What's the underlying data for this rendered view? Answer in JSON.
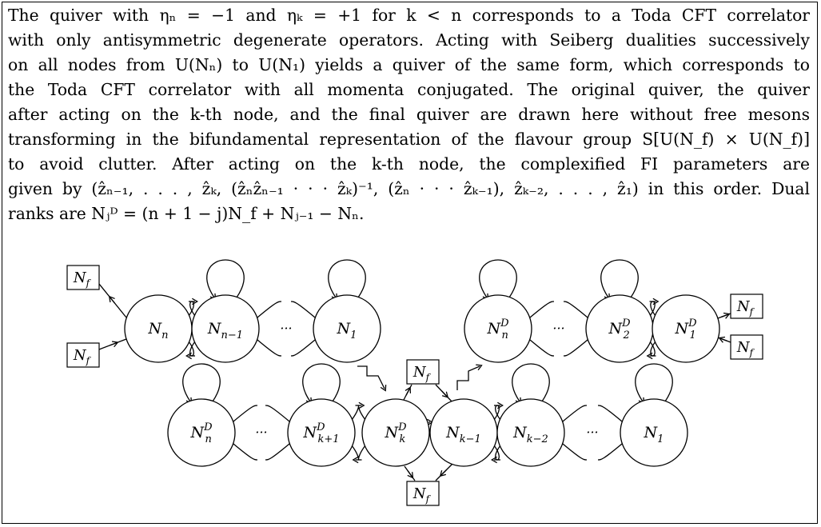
{
  "caption": {
    "lines": [
      "The quiver with ηₙ = −1 and ηₖ = +1 for k < n corresponds to a Toda CFT correlator",
      "with only antisymmetric degenerate operators. Acting with Seiberg dualities successively",
      "on all nodes from U(Nₙ) to U(N₁) yields a quiver of the same form, which corresponds to",
      "the Toda CFT correlator with all momenta conjugated. The original quiver, the quiver",
      "after acting on the k-th node, and the final quiver are drawn here without free mesons",
      "transforming in the bifundamental representation of the flavour group S[U(N_f) × U(N_f)]",
      "to avoid clutter. After acting on the k-th node, the complexified FI parameters are",
      "given by (ẑₙ₋₁, . . . , ẑₖ, (ẑₙẑₙ₋₁ · · · ẑₖ)⁻¹, (ẑₙ · · · ẑₖ₋₁), ẑₖ₋₂, . . . , ẑ₁) in this order. Dual",
      "ranks are Nⱼᴰ = (n + 1 − j)N_f + Nⱼ₋₁ − Nₙ."
    ]
  },
  "diagram": {
    "flavor_label": "N",
    "flavor_sub": "f",
    "dots": "···",
    "top_left": {
      "nodes": [
        {
          "main": "N",
          "sub": "n",
          "sup": ""
        },
        {
          "main": "N",
          "sub": "n−1",
          "sup": ""
        },
        {
          "main": "N",
          "sub": "1",
          "sup": ""
        }
      ]
    },
    "top_right": {
      "nodes": [
        {
          "main": "N",
          "sub": "n",
          "sup": "D"
        },
        {
          "main": "N",
          "sub": "2",
          "sup": "D"
        },
        {
          "main": "N",
          "sub": "1",
          "sup": "D"
        }
      ]
    },
    "middle": {
      "nodes": [
        {
          "main": "N",
          "sub": "n",
          "sup": "D"
        },
        {
          "main": "N",
          "sub": "k+1",
          "sup": "D"
        },
        {
          "main": "N",
          "sub": "k",
          "sup": "D"
        },
        {
          "main": "N",
          "sub": "k−1",
          "sup": ""
        },
        {
          "main": "N",
          "sub": "k−2",
          "sup": ""
        },
        {
          "main": "N",
          "sub": "1",
          "sup": ""
        }
      ]
    }
  }
}
